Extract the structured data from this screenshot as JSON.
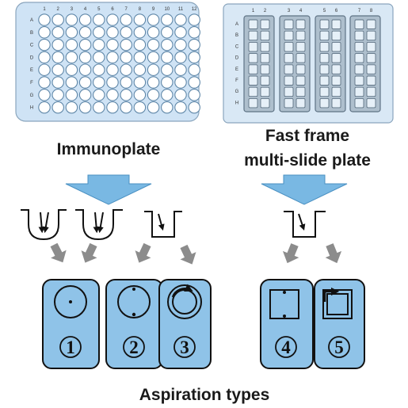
{
  "plates": {
    "immunoplate": {
      "label": "Immunoplate",
      "columns": [
        "1",
        "2",
        "3",
        "4",
        "5",
        "6",
        "7",
        "8",
        "9",
        "10",
        "11",
        "12"
      ],
      "rows": [
        "A",
        "B",
        "C",
        "D",
        "E",
        "F",
        "G",
        "H"
      ]
    },
    "fast_frame": {
      "label_line1": "Fast frame",
      "label_line2": "multi-slide plate",
      "columns": [
        "1",
        "2",
        "3",
        "4",
        "5",
        "6",
        "7",
        "8"
      ],
      "rows": [
        "A",
        "B",
        "C",
        "D",
        "E",
        "F",
        "G",
        "H"
      ]
    }
  },
  "aspiration": {
    "title": "Aspiration types",
    "types": [
      {
        "number": "1",
        "symbol": "①",
        "well": "round",
        "aspiration": "center point"
      },
      {
        "number": "2",
        "symbol": "②",
        "well": "round",
        "aspiration": "two points"
      },
      {
        "number": "3",
        "symbol": "③",
        "well": "round",
        "aspiration": "circular sweep"
      },
      {
        "number": "4",
        "symbol": "④",
        "well": "square",
        "aspiration": "two points"
      },
      {
        "number": "5",
        "symbol": "⑤",
        "well": "square",
        "aspiration": "square sweep"
      }
    ]
  },
  "colors": {
    "plate_fill": "#cfe3f5",
    "well_fill": "#ffffff",
    "card_fill": "#8fc3e8",
    "arrow_blue": "#79b8e3",
    "arrow_gray": "#8c8c8c",
    "line": "#111111"
  }
}
